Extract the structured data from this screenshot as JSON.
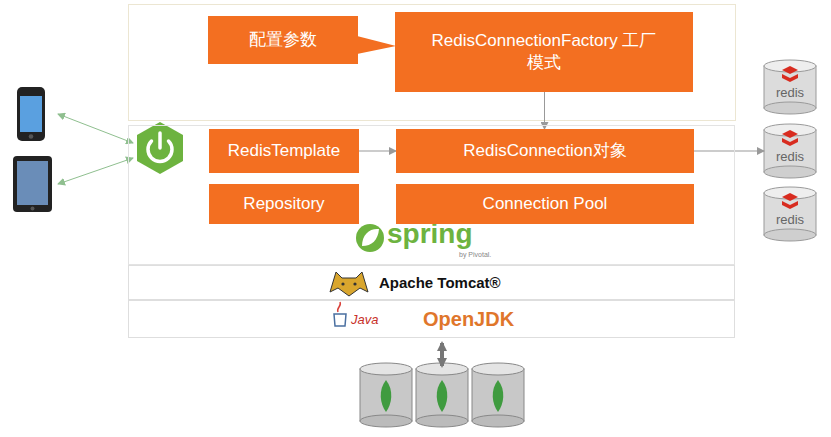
{
  "diagram": {
    "nodes": [
      {
        "text": [
          "配置参数"
        ]
      },
      {
        "text": [
          "RedisConnectionFactory 工厂模式"
        ]
      },
      {
        "text": [
          "spring",
          "by Pivotal."
        ]
      },
      {
        "text": [
          "RedisTemplate"
        ],
        "in": 2
      },
      {
        "text": [
          "RedisConnection对象"
        ],
        "in": 2
      },
      {
        "text": [
          "Repository"
        ],
        "in": 2
      },
      {
        "text": [
          "Connection Pool"
        ],
        "in": 2
      },
      {
        "text": [
          "redis"
        ]
      },
      {
        "text": [
          "redis"
        ]
      },
      {
        "text": [
          "redis"
        ]
      },
      {
        "text": [
          "Apache Tomcat®"
        ]
      },
      {
        "text": [
          "Java",
          "OpenJDK"
        ]
      }
    ],
    "edges": [
      {
        "from": 0,
        "to": 1,
        "arrow": "none"
      },
      {
        "from": 1,
        "to": 4,
        "arrow": "to"
      },
      {
        "from": 3,
        "to": 4,
        "arrow": "to"
      },
      {
        "from": 4,
        "to": 8,
        "arrow": "to"
      }
    ]
  }
}
